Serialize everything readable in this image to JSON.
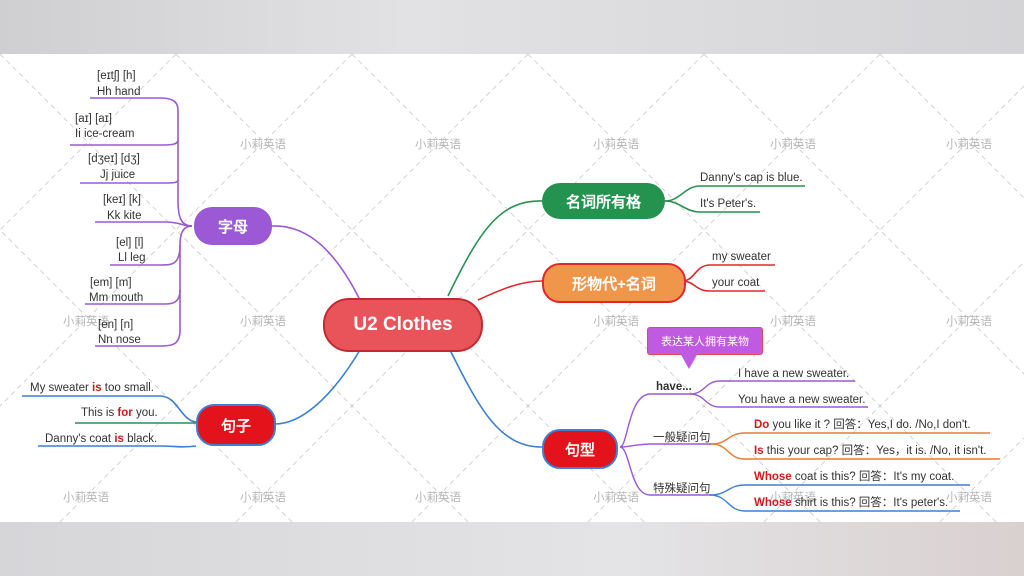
{
  "watermark": "小莉英语",
  "center": "U2 Clothes",
  "letters": {
    "label": "字母",
    "rows": [
      {
        "phon": "[eɪtʃ]    [h]",
        "words": "Hh      hand"
      },
      {
        "phon": "[aɪ]     [aɪ]",
        "words": "Ii      ice-cream"
      },
      {
        "phon": "[dʒeɪ]    [dʒ]",
        "words": "Jj        juice"
      },
      {
        "phon": "[keɪ]    [k]",
        "words": "Kk      kite"
      },
      {
        "phon": "[el]     [l]",
        "words": "Ll      leg"
      },
      {
        "phon": "[em]     [m]",
        "words": "Mm    mouth"
      },
      {
        "phon": "[en]     [n]",
        "words": "Nn      nose"
      }
    ]
  },
  "sentences": {
    "label": "句子",
    "items": [
      {
        "pre": "My sweater ",
        "em": "is",
        "post": " too small."
      },
      {
        "pre": "This is ",
        "em": "for",
        "post": " you."
      },
      {
        "pre": "Danny's coat ",
        "em": "is",
        "post": " black."
      }
    ]
  },
  "possessive": {
    "label": "名词所有格",
    "items": [
      "Danny's cap is blue.",
      "It's Peter's."
    ]
  },
  "adjpron": {
    "label": "形物代+名词",
    "items": [
      "my sweater",
      "your coat"
    ]
  },
  "patterns": {
    "label": "句型",
    "callout": "表达某人拥有某物",
    "have": {
      "label": "have...",
      "items": [
        "I have a new sweater.",
        "You have a new sweater."
      ]
    },
    "general": {
      "label": "一般疑问句",
      "items": [
        {
          "em": "Do",
          "post": " you like it ? 回答：Yes,I do. /No,I don't."
        },
        {
          "em": "Is",
          "post": " this your cap? 回答：Yes，it is. /No, it isn't."
        }
      ]
    },
    "special": {
      "label": "特殊疑问句",
      "items": [
        {
          "em": "Whose",
          "post": " coat is this? 回答：It's my coat."
        },
        {
          "em": "Whose",
          "post": " shirt is this? 回答：It's peter's."
        }
      ]
    }
  },
  "colors": {
    "center": "#e9545a",
    "letters": "#9b59d6",
    "sentences": "#3b7fd6",
    "possessive": "#24934f",
    "adjpron": "#e2262a",
    "patterns": "#3b7fd6",
    "emphasis": "#d3191c"
  }
}
